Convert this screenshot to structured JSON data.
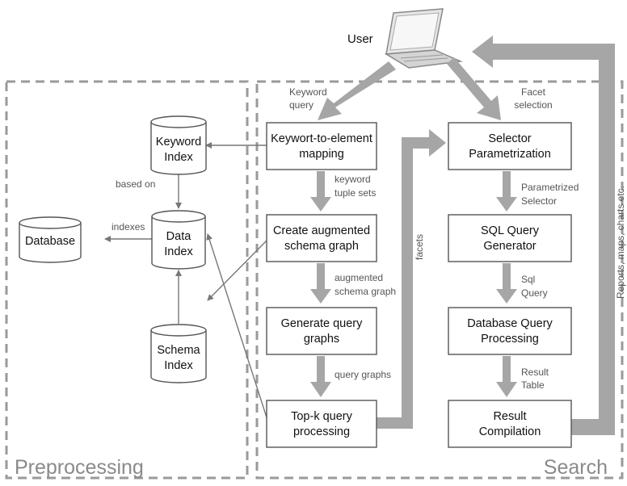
{
  "user": {
    "label": "User",
    "icon": "laptop-icon"
  },
  "regions": {
    "left": "Preprocessing",
    "right": "Search"
  },
  "indexes": {
    "keyword": [
      "Keyword",
      "Index"
    ],
    "data": [
      "Data",
      "Index"
    ],
    "schema": [
      "Schema",
      "Index"
    ],
    "database": [
      "Database"
    ]
  },
  "left_column": {
    "mapping": [
      "Keywort-to-element",
      "mapping"
    ],
    "augment": [
      "Create augmented",
      "schema graph"
    ],
    "generate": [
      "Generate query",
      "graphs"
    ],
    "topk": [
      "Top-k query",
      "processing"
    ]
  },
  "right_column": {
    "selector": [
      "Selector",
      "Parametrization"
    ],
    "sqlgen": [
      "SQL Query",
      "Generator"
    ],
    "dbproc": [
      "Database Query",
      "Processing"
    ],
    "result": [
      "Result",
      "Compilation"
    ]
  },
  "labels": {
    "keyword_query": [
      "Keyword",
      "query"
    ],
    "facet_selection": [
      "Facet",
      "selection"
    ],
    "based_on": "based on",
    "indexes": "indexes",
    "tuple_sets": [
      "keyword",
      "tuple sets"
    ],
    "aug_graph": [
      "augmented",
      "schema graph"
    ],
    "query_graphs": "query graphs",
    "param_selector": [
      "Parametrized",
      "Selector"
    ],
    "sql_query": [
      "Sql",
      "Query"
    ],
    "result_table": [
      "Result",
      "Table"
    ],
    "facets": "facets",
    "reports": "Reports, maps, charts etc."
  },
  "colors": {
    "arrow": "#a6a6a6",
    "box_border": "#555555",
    "dashed": "#9a9a9a"
  }
}
